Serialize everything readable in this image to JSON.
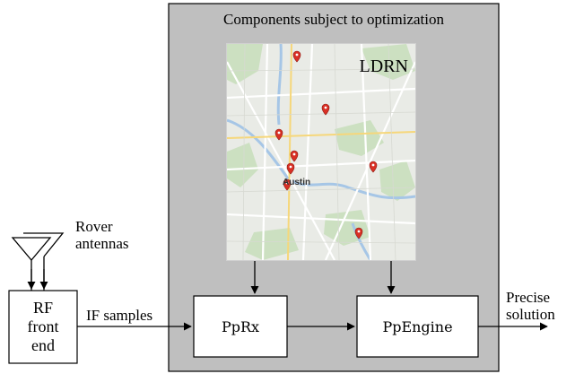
{
  "region": {
    "title": "Components subject to optimization",
    "fill": "#bfbfbf"
  },
  "map": {
    "title": "LDRN",
    "city_label": "Austin",
    "pin_color": "#d93025",
    "water_color": "#a8c7e8",
    "park_color": "#c8e0b8"
  },
  "antenna": {
    "label_line1": "Rover",
    "label_line2": "antennas"
  },
  "rf_block": {
    "line1": "RF",
    "line2": "front",
    "line3": "end"
  },
  "if_samples": "IF samples",
  "pprx": "PpRx",
  "ppengine": "PpEngine",
  "output": {
    "line1": "Precise",
    "line2": "solution"
  }
}
